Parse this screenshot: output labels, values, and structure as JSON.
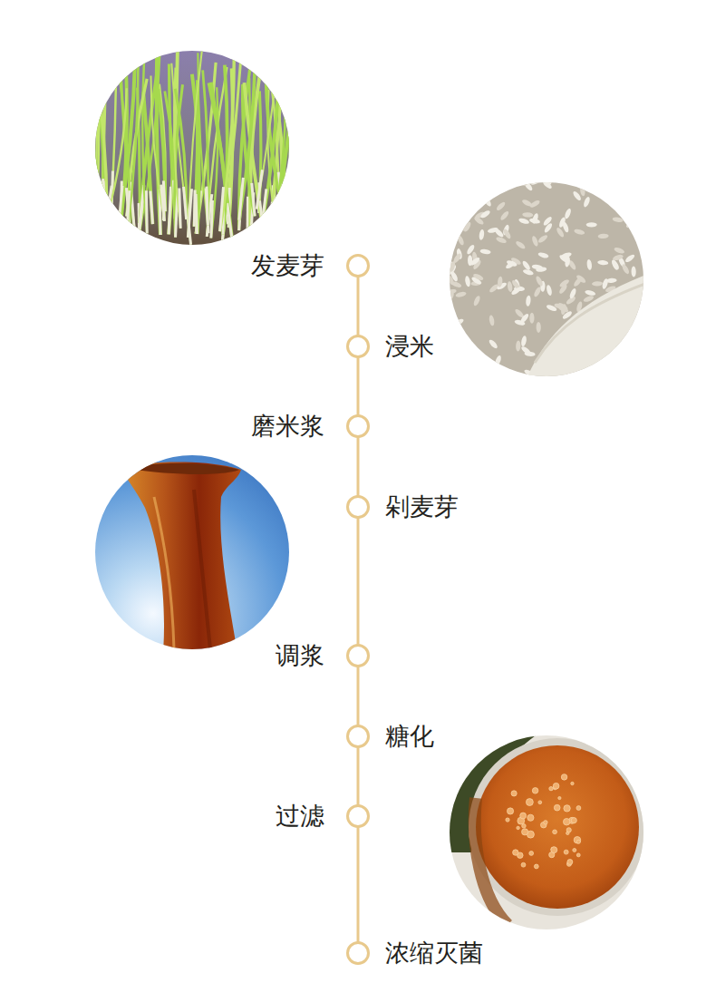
{
  "diagram": {
    "nodes": [
      {
        "text": [
          "发麦芽"
        ]
      },
      {
        "text": [
          "浸米"
        ]
      },
      {
        "text": [
          "磨米浆"
        ]
      },
      {
        "text": [
          "剁麦芽"
        ]
      },
      {
        "text": [
          "调浆"
        ]
      },
      {
        "text": [
          "糖化"
        ]
      },
      {
        "text": [
          "过滤"
        ]
      },
      {
        "text": [
          "浓缩灭菌"
        ]
      }
    ],
    "edges": [
      {
        "from": 0,
        "to": 1,
        "arrow": "none"
      },
      {
        "from": 1,
        "to": 2,
        "arrow": "none"
      },
      {
        "from": 2,
        "to": 3,
        "arrow": "none"
      },
      {
        "from": 3,
        "to": 4,
        "arrow": "none"
      },
      {
        "from": 4,
        "to": 5,
        "arrow": "none"
      },
      {
        "from": 5,
        "to": 6,
        "arrow": "none"
      },
      {
        "from": 6,
        "to": 7,
        "arrow": "none"
      }
    ]
  }
}
